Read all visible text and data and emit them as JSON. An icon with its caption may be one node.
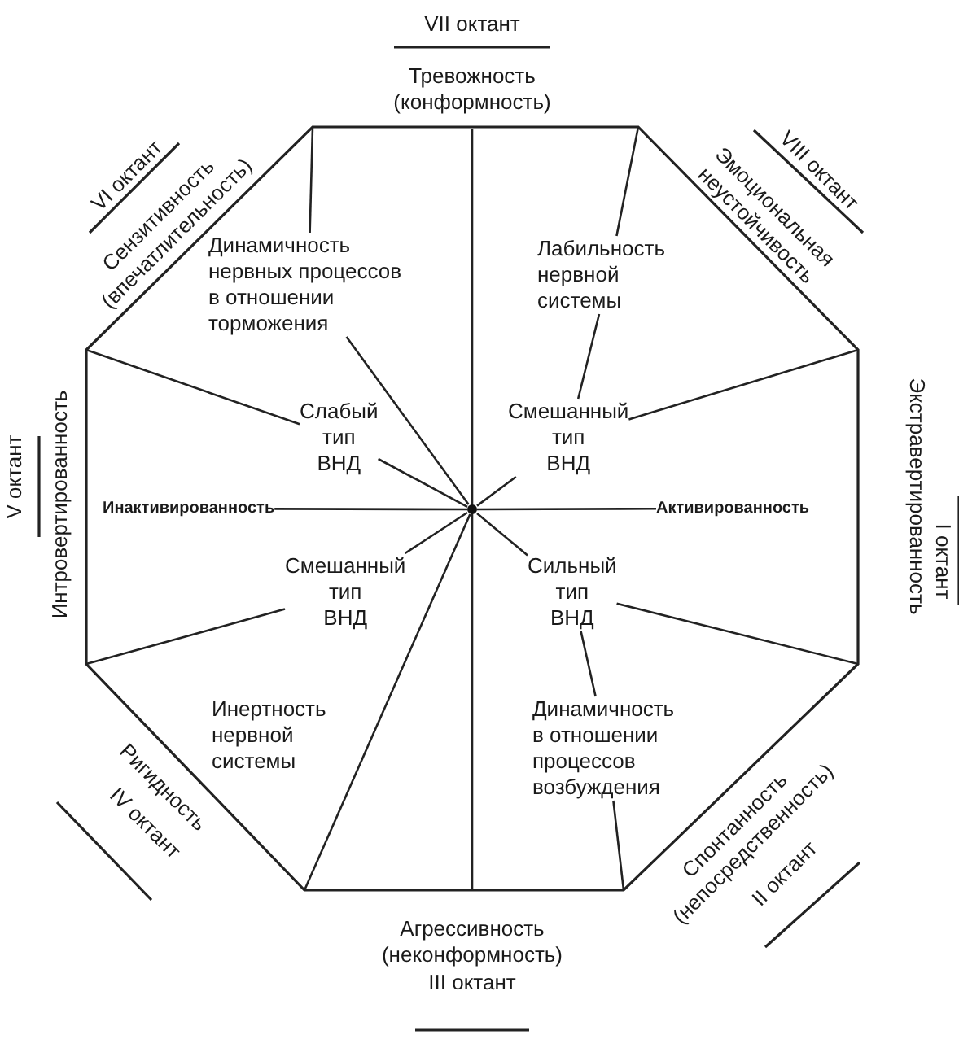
{
  "diagram": {
    "nodes": [
      {
        "text": [],
        "shape": "octagon"
      },
      {
        "text": [
          "Динамичность нервных процессов в отношении торможения"
        ],
        "in": 0
      },
      {
        "text": [
          "Лабильность нервной системы"
        ],
        "in": 0
      },
      {
        "text": [
          "Слабый тип ВНД"
        ],
        "in": 0
      },
      {
        "text": [
          "Смешанный тип ВНД"
        ],
        "in": 0
      },
      {
        "text": [
          "Инактивированность"
        ],
        "in": 0
      },
      {
        "text": [],
        "shape": "circle",
        "in": 0
      },
      {
        "text": [
          "Активированность"
        ],
        "in": 0
      },
      {
        "text": [
          "Смешанный тип ВНД"
        ],
        "in": 0
      },
      {
        "text": [
          "Сильный тип ВНД"
        ],
        "in": 0
      },
      {
        "text": [
          "Инертность нервной системы"
        ],
        "in": 0
      },
      {
        "text": [
          "Динамичность в отношении процессов возбуждения"
        ],
        "in": 0
      }
    ],
    "edges": [
      {
        "from": 6,
        "to": 1,
        "arrow": "none"
      },
      {
        "from": 1,
        "to": null,
        "arrow": "none"
      },
      {
        "from": 2,
        "to": null,
        "arrow": "none"
      },
      {
        "from": 2,
        "to": 4,
        "arrow": "none"
      },
      {
        "from": 6,
        "to": 4,
        "arrow": "none"
      },
      {
        "from": 4,
        "to": null,
        "arrow": "none"
      },
      {
        "from": 3,
        "to": null,
        "arrow": "none"
      },
      {
        "from": 6,
        "to": 3,
        "arrow": "none"
      },
      {
        "from": 6,
        "to": 5,
        "arrow": "none"
      },
      {
        "from": 6,
        "to": 7,
        "arrow": "none"
      },
      {
        "from": 6,
        "to": 8,
        "arrow": "none"
      },
      {
        "from": 8,
        "to": null,
        "arrow": "none"
      },
      {
        "from": 6,
        "to": 9,
        "arrow": "none"
      },
      {
        "from": 9,
        "to": null,
        "arrow": "none"
      },
      {
        "from": 9,
        "to": 11,
        "arrow": "none"
      },
      {
        "from": 11,
        "to": null,
        "arrow": "none"
      },
      {
        "from": 6,
        "to": null,
        "arrow": "none"
      }
    ],
    "labels": [
      "VII октант",
      "Тревожность (конформность)",
      "VI октант",
      "Сензитивность (впечатлительность)",
      "VIII октант",
      "Эмоциональная неустойчивость",
      "V октант",
      "Интровертированность",
      "Экстравертированность",
      "I октант",
      "Ригидность",
      "IV октант",
      "Спонтанность (непосредственность)",
      "II октант",
      "Агрессивность (неконформность)",
      "III октант"
    ]
  }
}
